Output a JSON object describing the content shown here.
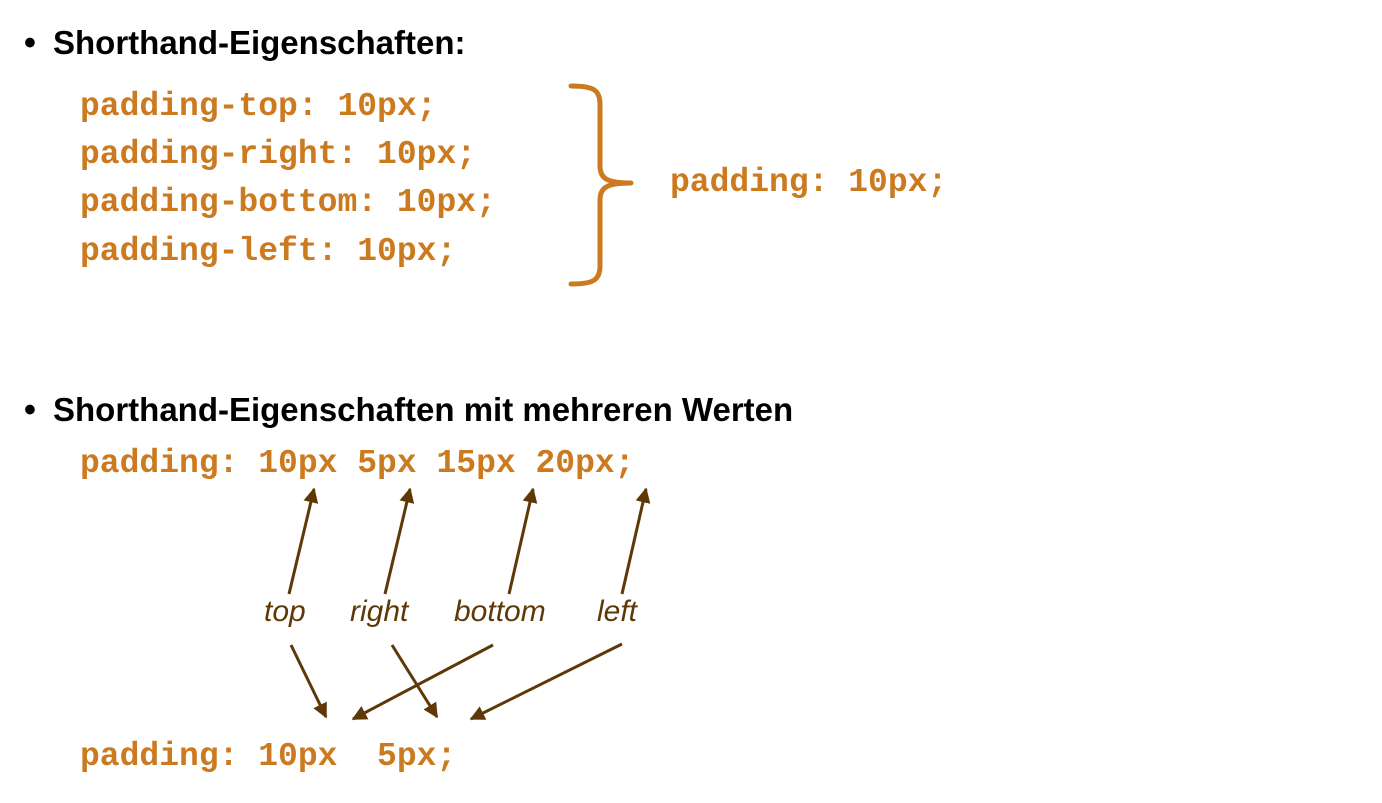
{
  "section1": {
    "bullet": "•",
    "heading": "Shorthand-Eigenschaften:",
    "longhand_lines": [
      "padding-top: 10px;",
      "padding-right: 10px;",
      "padding-bottom: 10px;",
      "padding-left: 10px;"
    ],
    "shorthand": "padding: 10px;"
  },
  "section2": {
    "bullet": "•",
    "heading": "Shorthand-Eigenschaften mit mehreren Werten",
    "full_code": "padding: 10px 5px 15px 20px;",
    "labels": [
      "top",
      "right",
      "bottom",
      "left"
    ],
    "short_code": "padding: 10px  5px;"
  },
  "colors": {
    "code": "#cc7a1f",
    "arrows": "#5e3806",
    "text": "#000000"
  }
}
